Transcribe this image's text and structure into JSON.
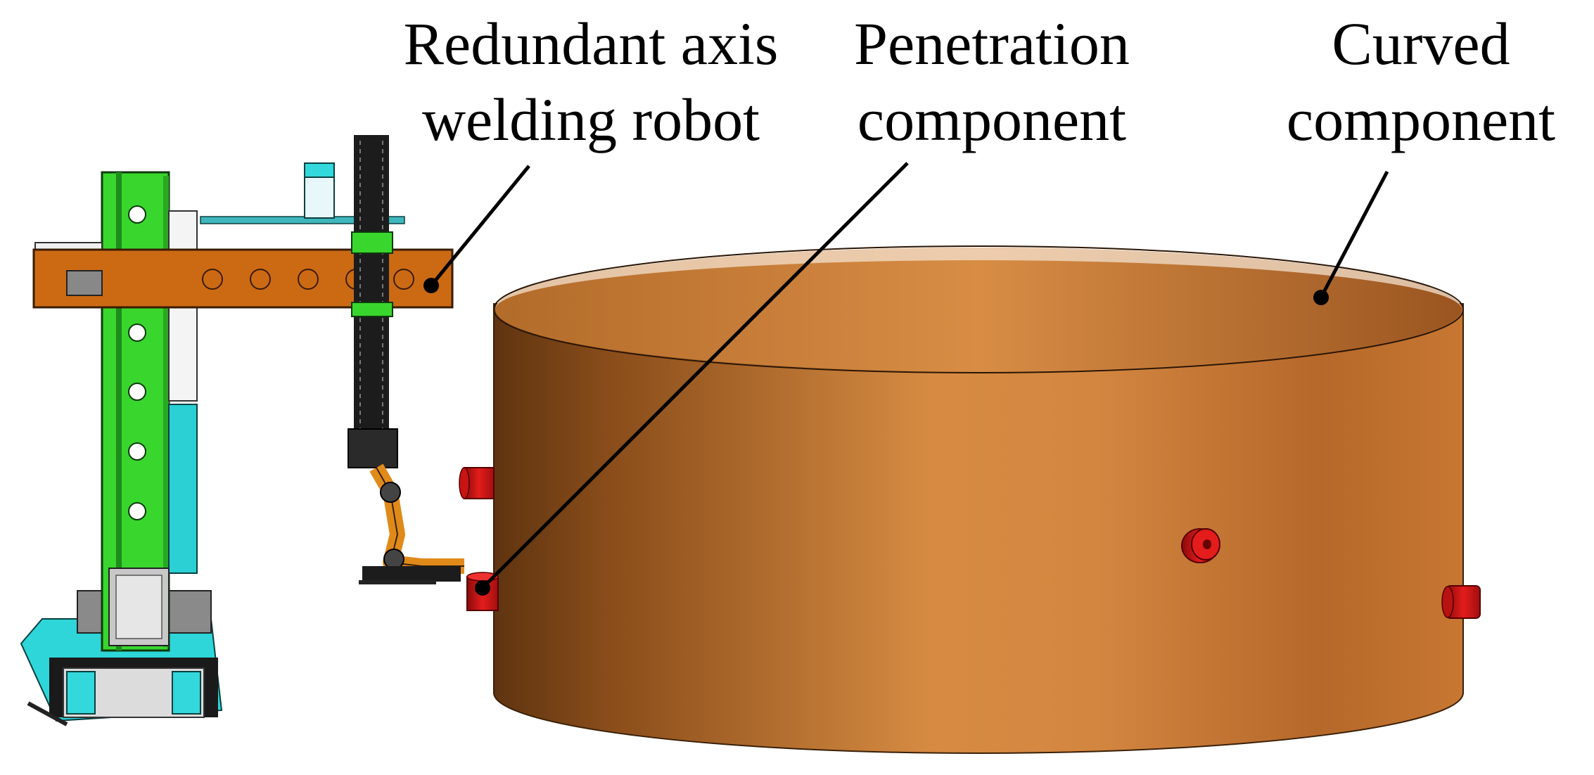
{
  "labels": {
    "robot": {
      "line1": "Redundant axis",
      "line2": "welding robot"
    },
    "penetration": {
      "line1": "Penetration",
      "line2": "component"
    },
    "curved": {
      "line1": "Curved",
      "line2": "component"
    }
  },
  "colors": {
    "cylinder_dark": "#6a3a12",
    "cylinder_mid": "#c97b36",
    "cylinder_light": "#d78d43",
    "column_green": "#39d62e",
    "arm_orange": "#cc6a14",
    "base_cyan": "#32d8dc",
    "red_component": "#e01818",
    "slide_black": "#1c1c1c"
  }
}
